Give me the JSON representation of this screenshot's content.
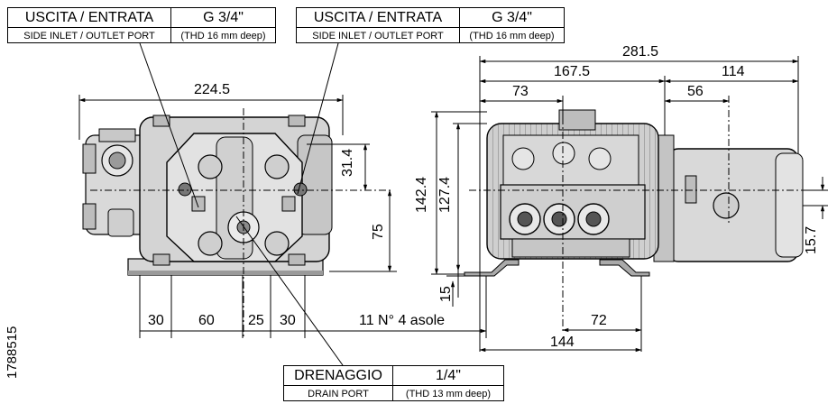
{
  "port_labels": [
    {
      "title": "USCITA / ENTRATA",
      "subtitle": "SIDE INLET / OUTLET PORT",
      "spec": "G 3/4\"",
      "spec_note": "(THD 16 mm deep)"
    },
    {
      "title": "USCITA / ENTRATA",
      "subtitle": "SIDE INLET / OUTLET PORT",
      "spec": "G 3/4\"",
      "spec_note": "(THD 16 mm deep)"
    }
  ],
  "drain_label": {
    "title": "DRENAGGIO",
    "subtitle": "DRAIN PORT",
    "spec": "1/4\"",
    "spec_note": "(THD 13 mm deep)"
  },
  "left_view": {
    "width": "224.5",
    "port_height": "31.4",
    "base_height": "75",
    "bottom_dims": [
      "30",
      "60",
      "25",
      "30"
    ],
    "slots": "11 N° 4 asole"
  },
  "right_view": {
    "overall": "281.5",
    "pump_len": "167.5",
    "motor_len": "114",
    "offset_a": "73",
    "offset_b": "56",
    "height_total": "142.4",
    "height_mid": "127.4",
    "foot": "15",
    "side_offset": "15.7",
    "foot_span": "72",
    "foot_width": "144"
  },
  "part_number": "1788515",
  "colors": {
    "line": "#000000",
    "body": "#d8d8d8",
    "body_dark": "#8c8c8c",
    "shadow": "#5a5a5a"
  }
}
